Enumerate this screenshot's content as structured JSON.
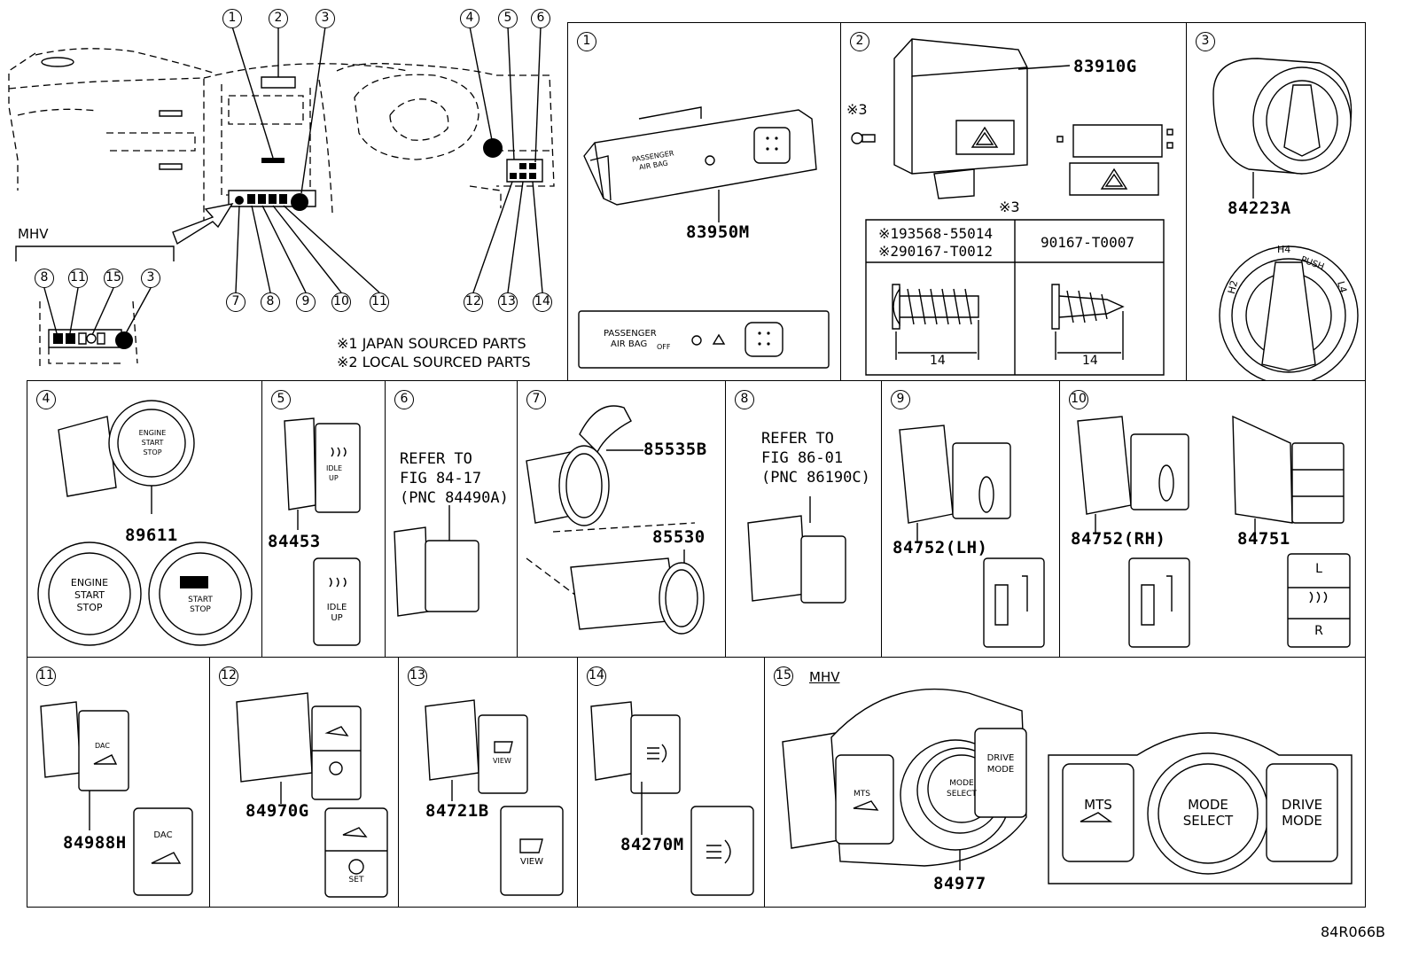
{
  "overview": {
    "callouts_top": [
      "1",
      "2",
      "3",
      "4",
      "5",
      "6"
    ],
    "callouts_bottom": [
      "7",
      "8",
      "9",
      "10",
      "11",
      "12",
      "13",
      "14"
    ],
    "mhv_label": "MHV",
    "mhv_callouts": [
      "8",
      "11",
      "15",
      "3"
    ],
    "notes": [
      "※1 JAPAN SOURCED PARTS",
      "※2 LOCAL SOURCED PARTS"
    ]
  },
  "panels": {
    "p1": {
      "num": "1",
      "part": "83950M",
      "label1": "PASSENGER",
      "label2": "AIR BAG",
      "off": "OFF"
    },
    "p2": {
      "num": "2",
      "part": "83910G",
      "mark": "※3",
      "mark2": "※3",
      "table_left_1": "※193568-55014",
      "table_left_2": "※290167-T0012",
      "table_right": "90167-T0007",
      "dim_left": "14",
      "dim_right": "14"
    },
    "p3": {
      "num": "3",
      "part": "84223A",
      "h4": "H4",
      "h2": "H2",
      "l4": "L4",
      "push": "PUSH"
    },
    "p4": {
      "num": "4",
      "part": "89611",
      "engine1": "ENGINE",
      "start1": "START",
      "stop1": "STOP",
      "engine2": "ENGINE",
      "start2": "START",
      "stop2": "STOP",
      "start3": "START",
      "stop3": "STOP"
    },
    "p5": {
      "num": "5",
      "part": "84453",
      "idle": "IDLE",
      "up": "UP"
    },
    "p6": {
      "num": "6",
      "ref1": "REFER TO",
      "ref2": "FIG 84-17",
      "ref3": "(PNC 84490A)"
    },
    "p7": {
      "num": "7",
      "part_a": "85535B",
      "part_b": "85530"
    },
    "p8": {
      "num": "8",
      "ref1": "REFER TO",
      "ref2": "FIG 86-01",
      "ref3": "(PNC 86190C)"
    },
    "p9": {
      "num": "9",
      "part": "84752(LH)"
    },
    "p10": {
      "num": "10",
      "part_a": "84752(RH)",
      "part_b": "84751",
      "l": "L",
      "r": "R"
    },
    "p11": {
      "num": "11",
      "part": "84988H",
      "dac": "DAC"
    },
    "p12": {
      "num": "12",
      "part": "84970G",
      "set": "SET"
    },
    "p13": {
      "num": "13",
      "part": "84721B",
      "view": "VIEW"
    },
    "p14": {
      "num": "14",
      "part": "84270M"
    },
    "p15": {
      "num": "15",
      "mhv": "MHV",
      "part": "84977",
      "mts": "MTS",
      "mode": "MODE",
      "select": "SELECT",
      "drive": "DRIVE",
      "drive_mode": "MODE"
    }
  },
  "figure_code": "84R066B"
}
